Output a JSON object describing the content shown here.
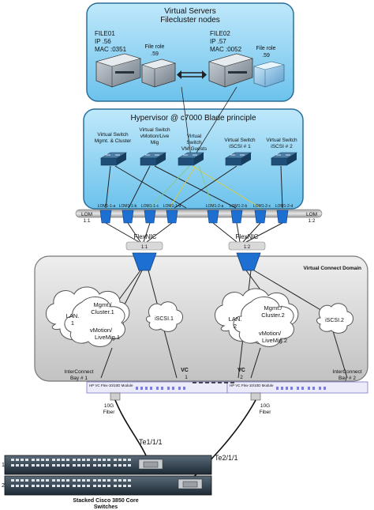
{
  "vs_panel": {
    "title": "Virtual Servers",
    "subtitle": "Filecluster nodes"
  },
  "file01": {
    "name": "FILE01",
    "ip": "IP .56",
    "mac": "MAC :0351",
    "role_line1": "File role",
    "role_line2": ".59"
  },
  "file02": {
    "name": "FILE02",
    "ip": "IP .57",
    "mac": "MAC :0052",
    "role_line1": "File role",
    "role_line2": ".59"
  },
  "hv_panel": {
    "title": "Hypervisor @ c7000 Blade principle"
  },
  "vswitches": [
    {
      "line1": "Virtual Switch",
      "line2": "Mgmt. & Cluster",
      "line3": ""
    },
    {
      "line1": "Virtual Switch",
      "line2": "vMotion/Live",
      "line3": "Mig"
    },
    {
      "line1": "Virtual",
      "line2": "Switch",
      "line3": "VM Guests"
    },
    {
      "line1": "Virtual Switch",
      "line2": "iSCSI # 1",
      "line3": ""
    },
    {
      "line1": "Virtual Switch",
      "line2": "iSCSI # 2",
      "line3": ""
    }
  ],
  "lom_left": {
    "label": "LOM",
    "num": "1:1"
  },
  "lom_right": {
    "label": "LOM",
    "num": "1:2"
  },
  "lom_ports": [
    "LOM1-1-a",
    "LOM1-1-b",
    "LOM1-1-c",
    "LOM1-1-d",
    "LOM1-2-a",
    "LOM1-2-b",
    "LOM1-2-c",
    "LOM1-2-d"
  ],
  "flexnic_left": {
    "label": "FlexNIC",
    "num": "1:1"
  },
  "flexnic_right": {
    "label": "FlexNIC",
    "num": "1:2"
  },
  "vc_domain": {
    "label": "Virtual Connect Domain"
  },
  "cloud_left": {
    "lan": "LAN.",
    "lan_num": "1",
    "mgmt": "Mgmt./",
    "cluster": "Cluster.1",
    "vmotion": "vMotion/",
    "livemig": "LiveMig.1"
  },
  "iscsi_left": "iSCSI.1",
  "cloud_right": {
    "lan": "LAN.",
    "lan_num": "2",
    "mgmt": "Mgmt./",
    "cluster": "Cluster.2",
    "vmotion": "vMotion/",
    "livemig": "LiveMig.2"
  },
  "iscsi_right": "iSCSI.2",
  "bay_left": {
    "line1": "InterConnect",
    "line2": "Bay # 1"
  },
  "bay_right": {
    "line1": "InterConnect",
    "line2": "Bay # 2"
  },
  "vc_left": {
    "label": "VC",
    "num": "1"
  },
  "vc_right": {
    "label": "VC",
    "num": "2"
  },
  "vc_module_text": "HP VC Flex-10/10D Module",
  "fiber_left": {
    "line1": "10G",
    "line2": "Fiber"
  },
  "fiber_right": {
    "line1": "10G",
    "line2": "Fiber"
  },
  "port_left": "Te1/1/1",
  "port_right": "Te2/1/1",
  "switch_stack": {
    "unit1": "1",
    "unit2": "2",
    "caption_line1": "Stacked Cisco 3850 Core",
    "caption_line2": "Switches"
  },
  "colors": {
    "panel_fill": "#8fd3f4",
    "panel_stroke": "#2a6f9a",
    "vc_fill": "#d6d6d6",
    "nic_blue": "#1d6fd1",
    "line_green": "#86c98a",
    "line_yellow": "#d9c94a"
  }
}
